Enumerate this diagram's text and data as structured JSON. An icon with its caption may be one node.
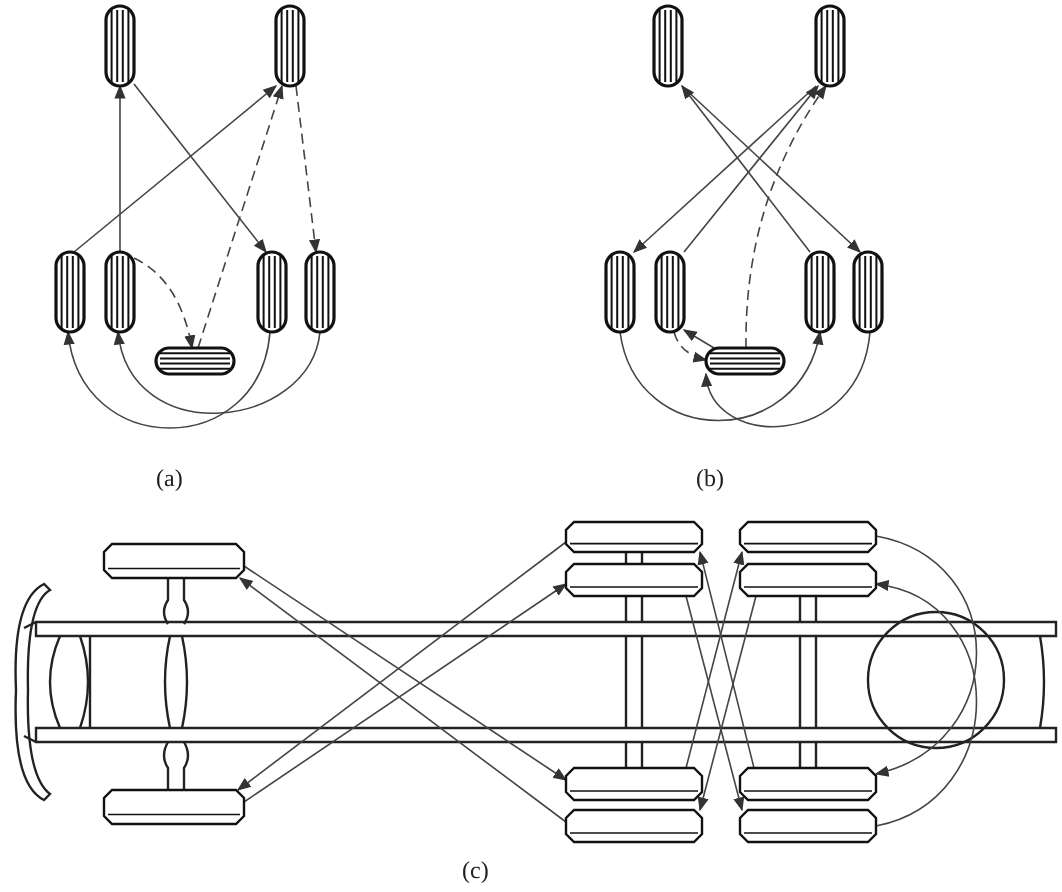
{
  "diagram": {
    "nodes": [
      {
        "text": [],
        "shape": "tire"
      },
      {
        "text": [],
        "shape": "tire"
      },
      {
        "text": [],
        "shape": "tire"
      },
      {
        "text": [],
        "shape": "tire"
      },
      {
        "text": [],
        "shape": "tire"
      },
      {
        "text": [],
        "shape": "tire"
      },
      {
        "text": [],
        "shape": "tire"
      },
      {
        "text": [],
        "shape": "tire"
      },
      {
        "text": [],
        "shape": "tire"
      },
      {
        "text": [],
        "shape": "tire"
      },
      {
        "text": [],
        "shape": "tire"
      },
      {
        "text": [],
        "shape": "tire"
      },
      {
        "text": [],
        "shape": "tire"
      },
      {
        "text": [],
        "shape": "tire"
      },
      {
        "text": [],
        "shape": "tire"
      },
      {
        "text": [],
        "shape": "tire"
      },
      {
        "text": [],
        "shape": "tire"
      },
      {
        "text": [],
        "shape": "tire"
      },
      {
        "text": [],
        "shape": "tire"
      },
      {
        "text": [],
        "shape": "tire"
      },
      {
        "text": [],
        "shape": "tire"
      },
      {
        "text": [],
        "shape": "tire"
      },
      {
        "text": [],
        "shape": "tire"
      },
      {
        "text": [],
        "shape": "tire"
      }
    ],
    "edges": [
      {
        "from": 3,
        "to": 0,
        "arrow": "to"
      },
      {
        "from": 0,
        "to": 4,
        "arrow": "to"
      },
      {
        "from": 2,
        "to": 1,
        "arrow": "to"
      },
      {
        "from": 1,
        "to": 5,
        "arrow": "to",
        "style": "dashed"
      },
      {
        "from": 6,
        "to": 1,
        "arrow": "to",
        "style": "dashed"
      },
      {
        "from": 3,
        "to": 6,
        "arrow": "to",
        "style": "dashed"
      },
      {
        "from": 4,
        "to": 2,
        "arrow": "to"
      },
      {
        "from": 5,
        "to": 3,
        "arrow": "to"
      },
      {
        "from": 7,
        "to": 12,
        "arrow": "to"
      },
      {
        "from": 11,
        "to": 7,
        "arrow": "to"
      },
      {
        "from": 8,
        "to": 9,
        "arrow": "to"
      },
      {
        "from": 10,
        "to": 8,
        "arrow": "to"
      },
      {
        "from": 13,
        "to": 8,
        "arrow": "to",
        "style": "dashed"
      },
      {
        "from": 13,
        "to": 10,
        "arrow": "to"
      },
      {
        "from": 10,
        "to": 13,
        "arrow": "to",
        "style": "dashed"
      },
      {
        "from": 9,
        "to": 11,
        "arrow": "to"
      },
      {
        "from": 12,
        "to": 13,
        "arrow": "to"
      },
      {
        "from": 14,
        "to": 18,
        "arrow": "to"
      },
      {
        "from": 19,
        "to": 14,
        "arrow": "to"
      },
      {
        "from": 16,
        "to": 15,
        "arrow": "to"
      },
      {
        "from": 15,
        "to": 17,
        "arrow": "to"
      },
      {
        "from": 22,
        "to": 16,
        "arrow": "to"
      },
      {
        "from": 17,
        "to": 23,
        "arrow": "to"
      },
      {
        "from": 18,
        "to": 20,
        "arrow": "to"
      },
      {
        "from": 21,
        "to": 19,
        "arrow": "to"
      },
      {
        "from": 20,
        "to": 22,
        "arrow": "to"
      },
      {
        "from": 23,
        "to": 21,
        "arrow": "to"
      }
    ],
    "labels": [
      "(a)",
      "(b)",
      "(c)"
    ]
  }
}
